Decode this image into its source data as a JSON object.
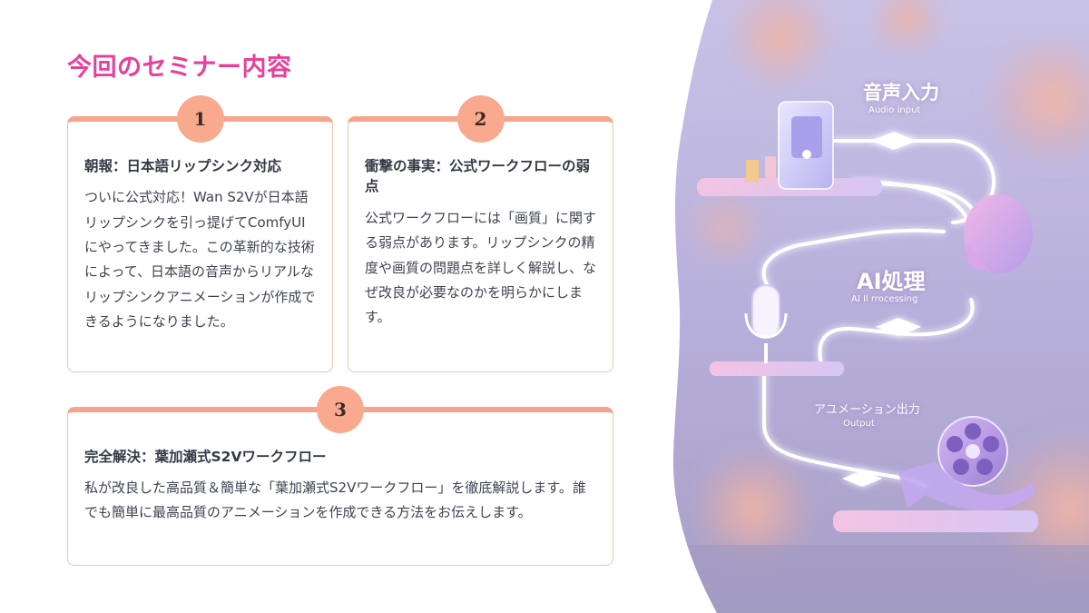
{
  "title": "今回のセミナー内容",
  "cards": [
    {
      "number": "1",
      "heading": "朝報：日本語リップシンク対応",
      "body": "ついに公式対応！Wan S2Vが日本語リップシンクを引っ提げてComfyUIにやってきました。この革新的な技術によって、日本語の音声からリアルなリップシンクアニメーションが作成できるようになりました。"
    },
    {
      "number": "2",
      "heading": "衝撃の事実：公式ワークフローの弱点",
      "body": "公式ワークフローには「画質」に関する弱点があります。リップシンクの精度や画質の問題点を詳しく解説し、なぜ改良が必要なのかを明らかにします。"
    },
    {
      "number": "3",
      "heading": "完全解決：葉加瀬式S2Vワークフロー",
      "body": "私が改良した高品質＆簡単な「葉加瀬式S2Vワークフロー」を徹底解説します。誰でも簡単に最高品質のアニメーションを作成できる方法をお伝えします。"
    }
  ],
  "illustration": {
    "audio_label": "音声入力",
    "audio_sub": "Audio input",
    "ai_label": "AI処理",
    "ai_sub": "AI Il rrocessing",
    "output_label": "アユメーション出力",
    "output_sub": "Output"
  },
  "colors": {
    "title": "#e8409a",
    "accent": "#f6a58c",
    "card_border": "#f3c4ae",
    "number_bg": "#f8a98e"
  }
}
